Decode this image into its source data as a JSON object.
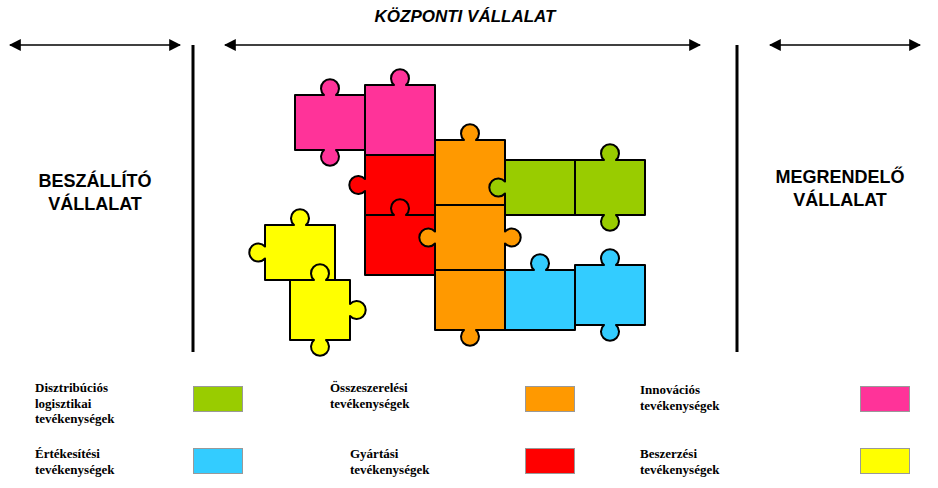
{
  "diagram": {
    "labels": [
      "KÖZPONTI VÁLLALAT",
      "BESZÁLLÍTÓ VÁLLALAT",
      "MEGRENDELŐ VÁLLALAT"
    ],
    "legend": [
      {
        "text": "Disztribúciós logisztikai tevékenységek",
        "color": "#99cc00"
      },
      {
        "text": "Összeszerelési tevékenységek",
        "color": "#ff9900"
      },
      {
        "text": "Innovációs tevékenységek",
        "color": "#ff3399"
      },
      {
        "text": "Értékesítési tevékenységek",
        "color": "#33ccff"
      },
      {
        "text": "Gyártási tevékenységek",
        "color": "#ff0000"
      },
      {
        "text": "Beszerzési tevékenységek",
        "color": "#ffff00"
      }
    ]
  }
}
